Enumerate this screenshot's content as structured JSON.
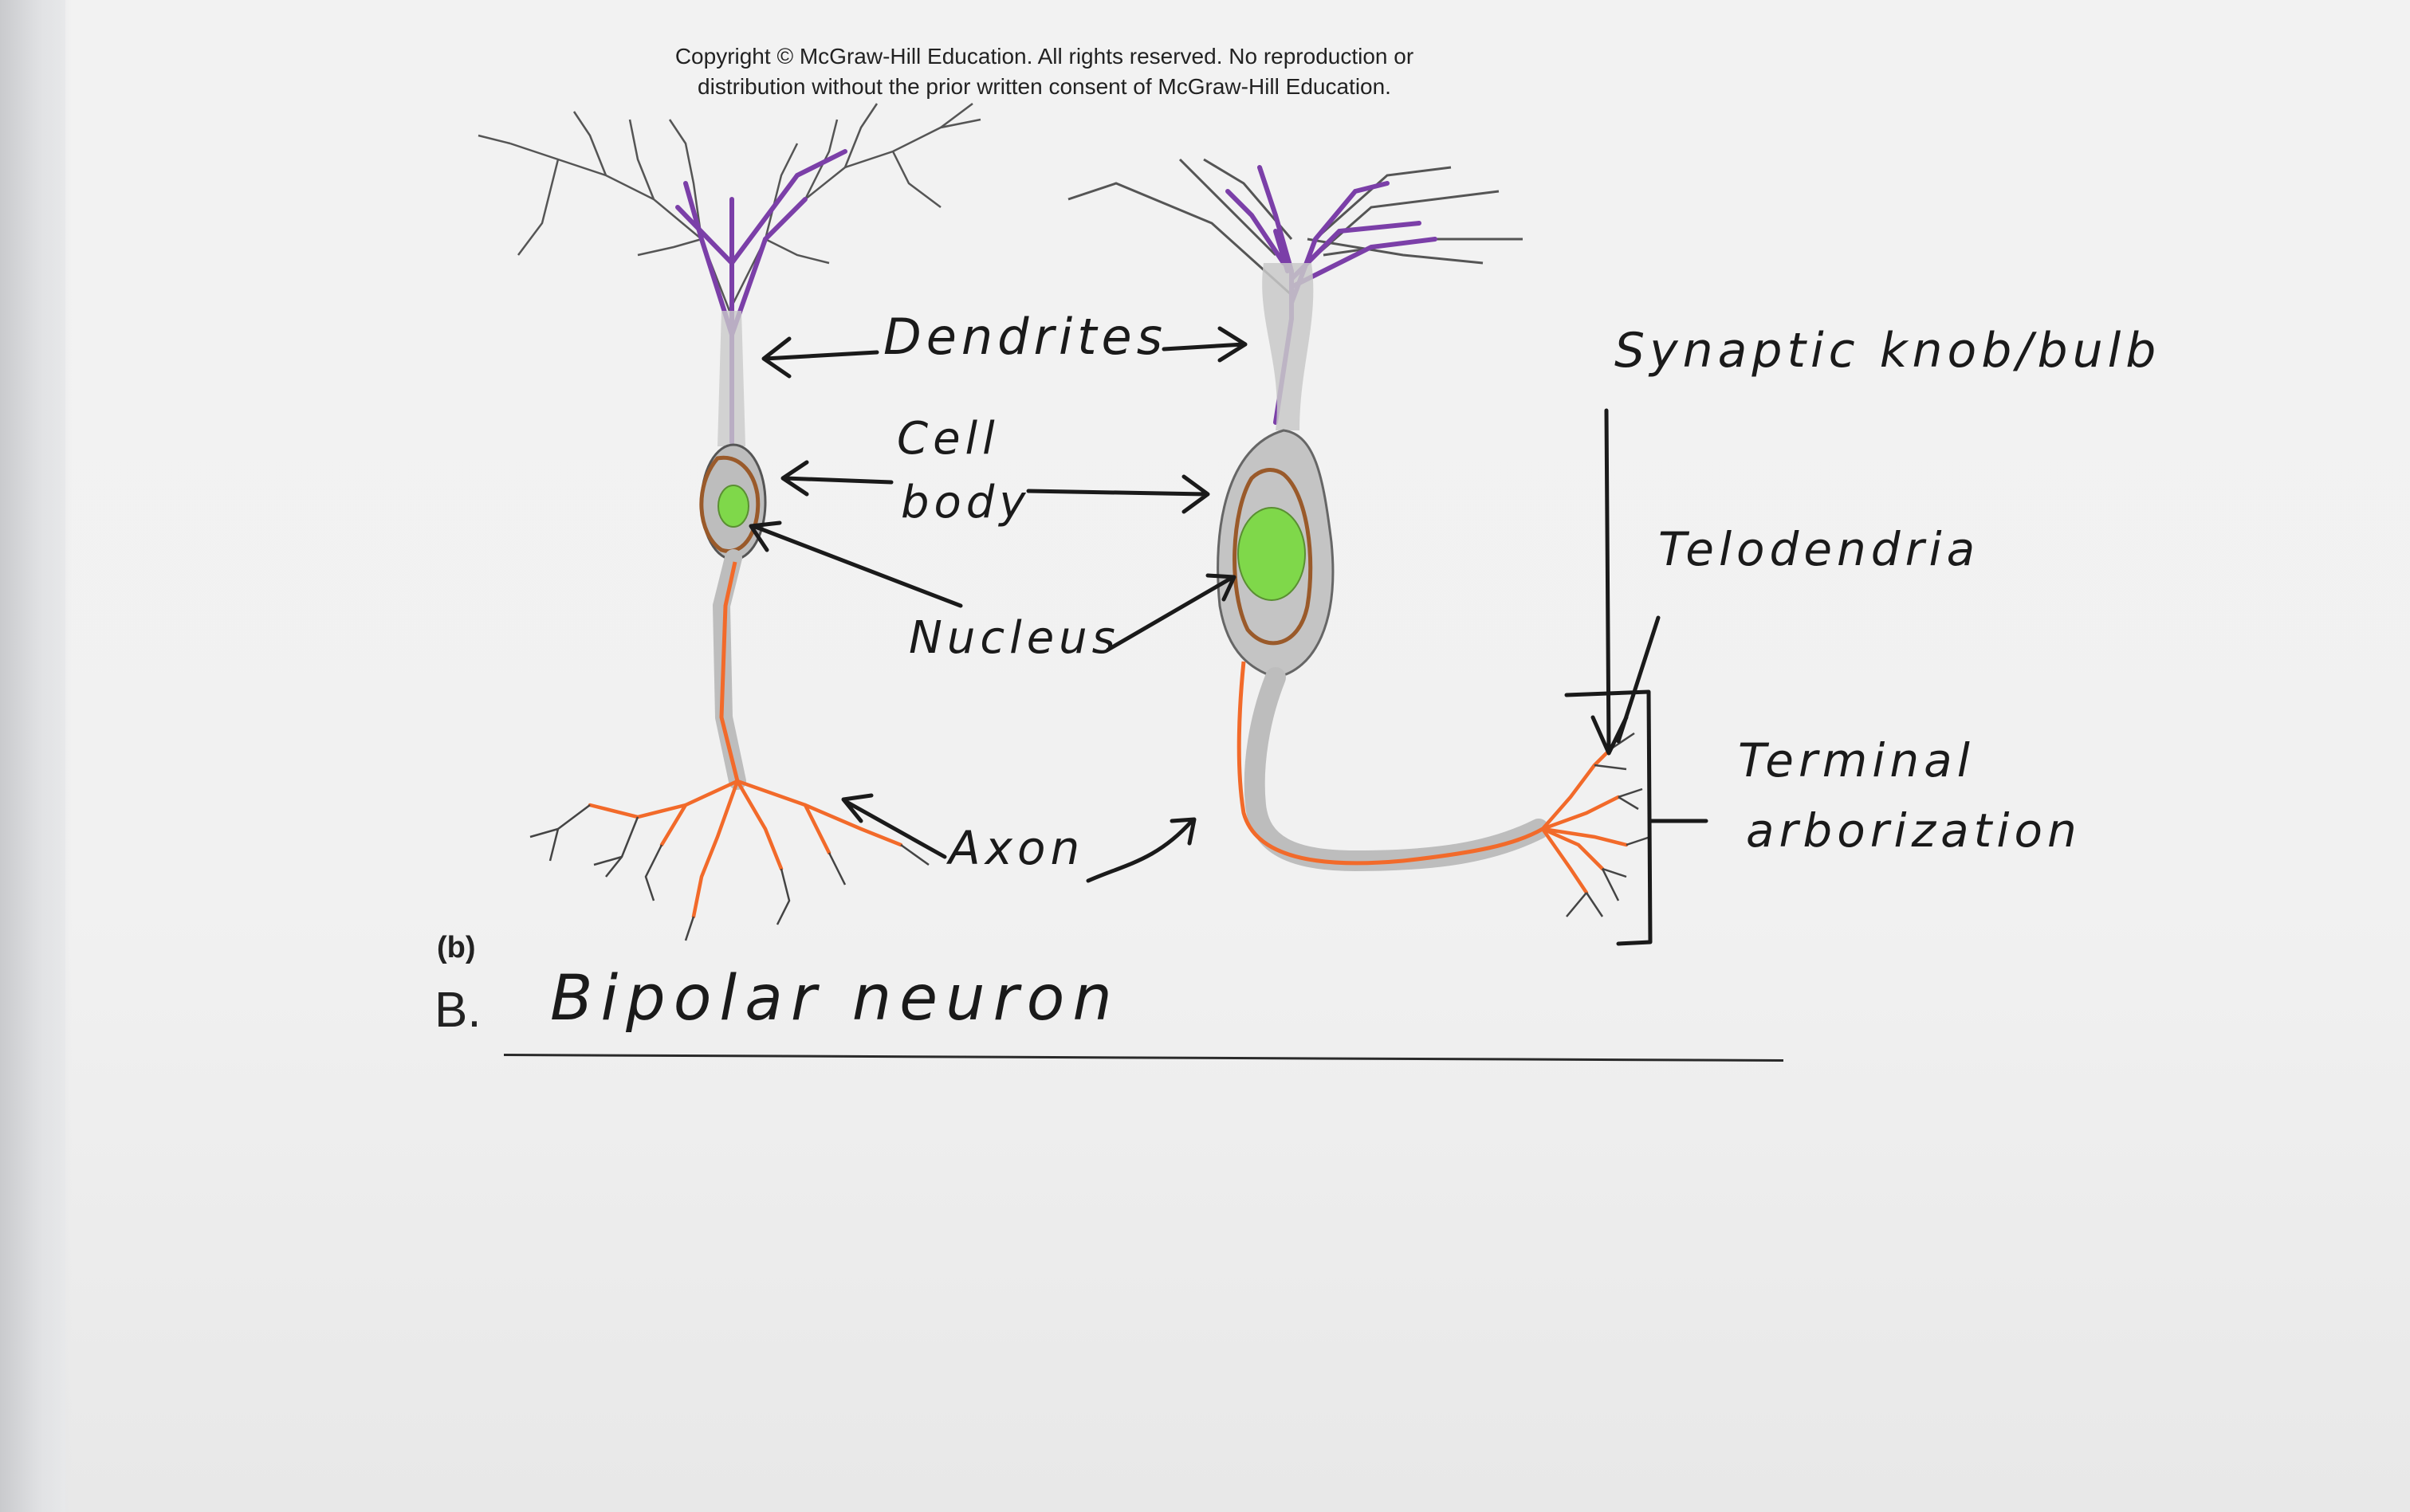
{
  "copyright": {
    "line1": "Copyright © McGraw-Hill Education. All rights reserved. No reproduction or",
    "line2": "distribution without the prior written consent of McGraw-Hill Education."
  },
  "panel_label": "(b)",
  "question_letter": "B.",
  "answer": "Bipolar neuron",
  "labels": {
    "dendrites": "Dendrites",
    "cell": "Cell",
    "body": "body",
    "nucleus": "Nucleus",
    "axon": "Axon",
    "synaptic": "Synaptic knob/bulb",
    "telodendria": "Telodendria",
    "terminal1": "Terminal",
    "terminal2": "arborization"
  },
  "colors": {
    "dendrite": "#7b3fa8",
    "axon": "#f26a2a",
    "nucleus": "#7fd84a",
    "cell_outline": "#9a5a2a",
    "ink": "#1a1a1a"
  }
}
